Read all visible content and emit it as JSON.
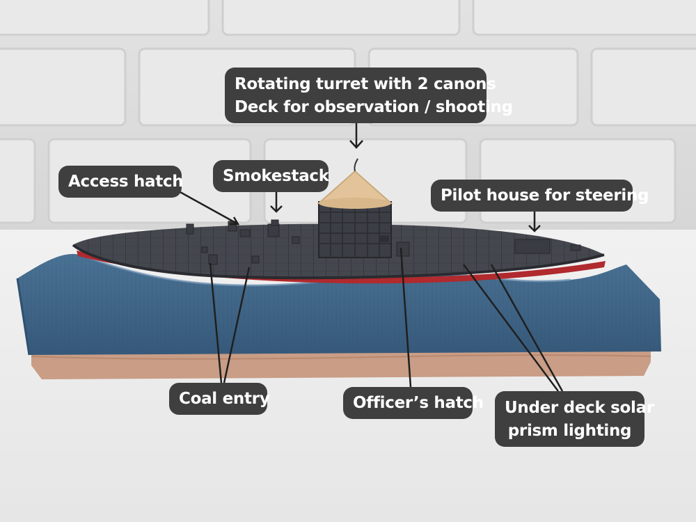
{
  "callouts": {
    "turret": {
      "line1": "Rotating turret with 2 canons",
      "line2": "Deck for observation / shooting"
    },
    "access_hatch": "Access hatch",
    "smokestack": "Smokestack",
    "pilot_house": "Pilot house for steering",
    "coal_entry": "Coal entry",
    "officers_hatch": "Officer’s hatch",
    "solar": {
      "line1": "Under deck solar",
      "line2": "prism lighting"
    }
  },
  "colors": {
    "wall": "#dcdcdc",
    "water": "#3d6282",
    "sand": "#c99d86",
    "deck": "#45474f",
    "hull_stripe": "#b02a2e",
    "turret_roof": "#e3c49a",
    "callout_bg": "#3f3f3f"
  }
}
